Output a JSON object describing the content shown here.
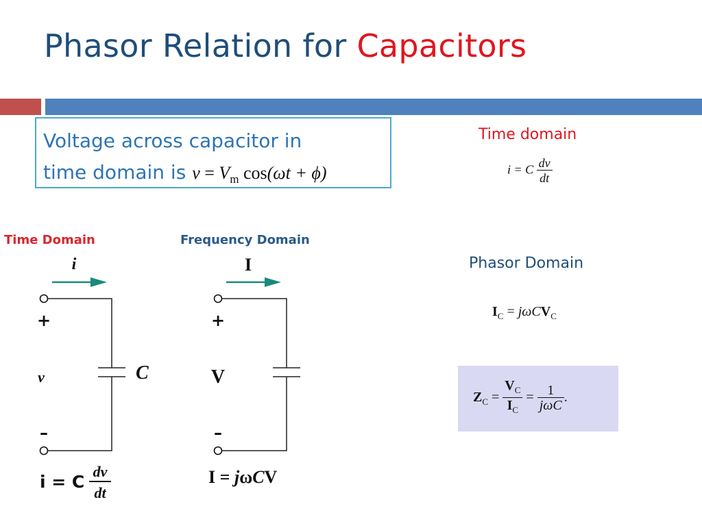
{
  "slide": {
    "title_main": "Phasor Relation for ",
    "title_accent": "Capacitors",
    "intro_line1": "Voltage across capacitor in",
    "intro_line2": "time domain is ",
    "intro_eq": {
      "lhs": "v",
      "eq": " = ",
      "V": "V",
      "sub": "m",
      "cos": " cos",
      "arg": "(ωt + ϕ)"
    },
    "time_domain_label": "Time domain",
    "time_domain_eq": {
      "lhs": "i = C",
      "num": "dv",
      "den": "dt"
    },
    "phasor_domain_label": "Phasor Domain",
    "phasor_eq": {
      "I": "I",
      "Isub": "C",
      "eq": " = ",
      "jwC": "jωC",
      "V": "V",
      "Vsub": "C"
    },
    "impedance_eq": {
      "Z": "Z",
      "Zsub": "C",
      "eq1": " = ",
      "num": "V",
      "numsub": "C",
      "den": "I",
      "densub": "C",
      "eq2": " = ",
      "one": "1",
      "den2": "jωC",
      "dot": "."
    }
  },
  "time_circuit": {
    "label": "Time Domain",
    "current": "i",
    "plus": "+",
    "voltage": "v",
    "minus": "–",
    "cap": "C",
    "eq_lhs": "i = C",
    "eq_num": "dv",
    "eq_den": "dt"
  },
  "freq_circuit": {
    "label": "Frequency Domain",
    "current": "I",
    "plus": "+",
    "voltage": "V",
    "minus": "–",
    "eq_I": "I",
    "eq_mid": " = ",
    "eq_j": "j",
    "eq_w": "ω",
    "eq_C": "C",
    "eq_V": "V"
  },
  "colors": {
    "title_blue": "#1f4e79",
    "accent_red": "#e0161e",
    "bar_red": "#c0504d",
    "bar_blue": "#4f81bd",
    "arrow_teal": "#1b8a7a",
    "box_border": "#4bacc6",
    "impedance_box": "#d9d9f3"
  }
}
